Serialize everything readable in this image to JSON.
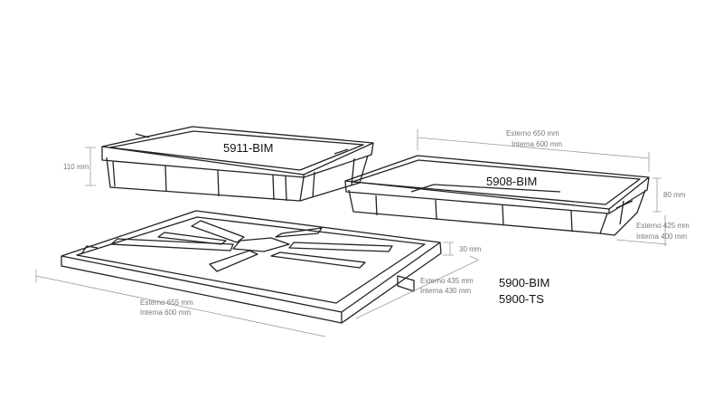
{
  "products": {
    "tray_5911": {
      "code": "5911-BIM",
      "height": "110 mm"
    },
    "tray_5908": {
      "code": "5908-BIM",
      "length_ext": "Esterno 650 mm",
      "length_int": "Interna 600 mm",
      "height": "80 mm",
      "width_ext": "Esterno 425 mm",
      "width_int": "Interna 400 mm"
    },
    "lid_5900": {
      "code_1": "5900-BIM",
      "code_2": "5900-TS",
      "height": "30 mm",
      "width_ext": "Esterno 435 mm",
      "width_int": "Interna 430 mm",
      "length_ext": "Esterno 655 mm",
      "length_int": "Interna 600 mm"
    }
  },
  "colors": {
    "line": "#222222",
    "dimension": "#9a9a9a"
  }
}
